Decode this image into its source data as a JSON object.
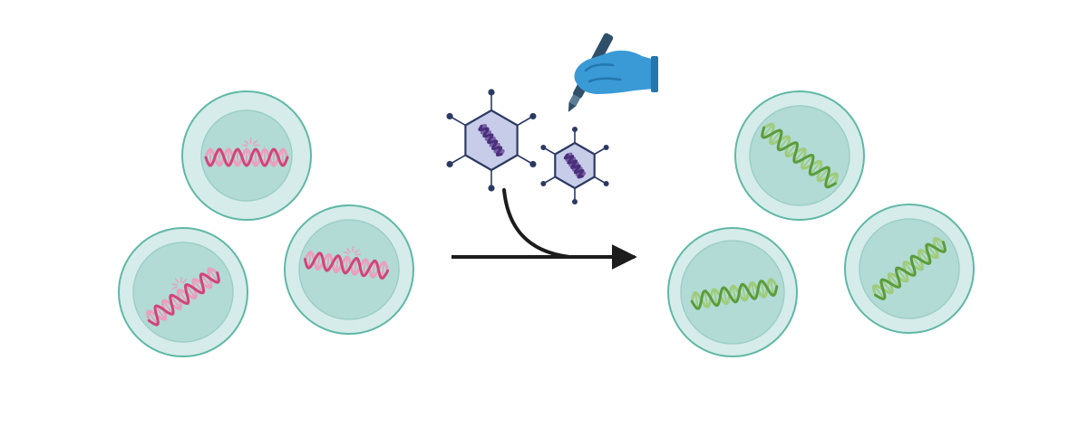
{
  "diagram": {
    "colors": {
      "cell_membrane": "#d6ecea",
      "cell_border": "#5fb8a6",
      "nucleus": "#b2dbd5",
      "nucleus_border": "#9ccfc6",
      "dna_mutated": "#d0457a",
      "dna_mutated_light": "#e8a0bd",
      "dna_corrected": "#5a9c3c",
      "dna_corrected_light": "#9fcc7c",
      "virus_capsid": "#c7cde8",
      "virus_border": "#2c3a63",
      "virus_dna": "#4a2f7a",
      "arrow": "#1c1c1c",
      "glove": "#3a9ad6",
      "glove_dark": "#2377ae",
      "pen": "#2f4f6b"
    },
    "icons": {
      "hand": "hand-with-pen-icon",
      "virus": "viral-vector-icon",
      "dna": "dna-helix-icon",
      "arrow": "process-arrow-icon"
    },
    "left_cells": [
      {
        "state": "mutated"
      },
      {
        "state": "mutated"
      },
      {
        "state": "mutated"
      }
    ],
    "right_cells": [
      {
        "state": "corrected"
      },
      {
        "state": "corrected"
      },
      {
        "state": "corrected"
      }
    ],
    "vectors": [
      {
        "kind": "viral-vector"
      },
      {
        "kind": "viral-vector"
      }
    ]
  }
}
